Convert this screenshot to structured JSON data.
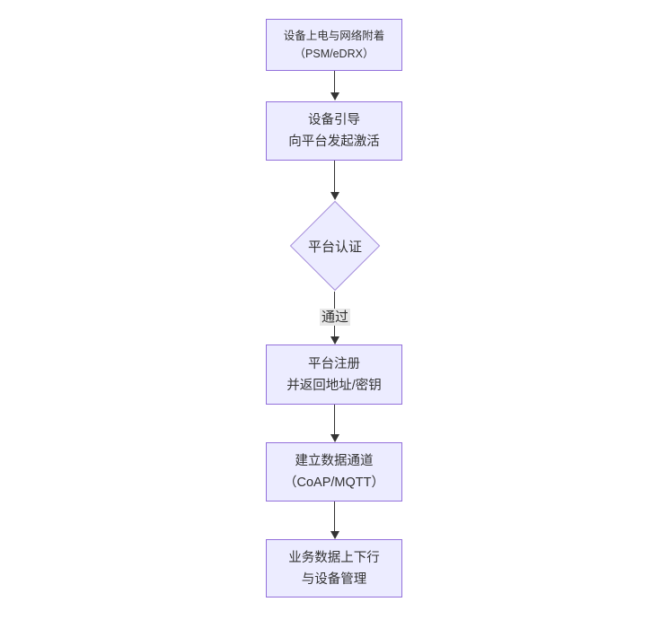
{
  "diagram": {
    "type": "flowchart",
    "direction": "top-down",
    "colors": {
      "background": "#ffffff",
      "node_fill": "#ECECFF",
      "node_border": "#9370DB",
      "edge_line": "#333333",
      "text": "#333333",
      "edge_label_background": "#e8e8e8"
    },
    "nodes": [
      {
        "id": "A",
        "shape": "rect",
        "lines": [
          "设备上电与网络附着",
          "（PSM/eDRX）"
        ]
      },
      {
        "id": "B",
        "shape": "rect",
        "lines": [
          "设备引导",
          "向平台发起激活"
        ]
      },
      {
        "id": "C",
        "shape": "diamond",
        "lines": [
          "平台认证"
        ]
      },
      {
        "id": "D",
        "shape": "rect",
        "lines": [
          "平台注册",
          "并返回地址/密钥"
        ]
      },
      {
        "id": "E",
        "shape": "rect",
        "lines": [
          "建立数据通道",
          "（CoAP/MQTT）"
        ]
      },
      {
        "id": "F",
        "shape": "rect",
        "lines": [
          "业务数据上下行",
          "与设备管理"
        ]
      }
    ],
    "edges": [
      {
        "from": "A",
        "to": "B",
        "label": ""
      },
      {
        "from": "B",
        "to": "C",
        "label": ""
      },
      {
        "from": "C",
        "to": "D",
        "label": "通过"
      },
      {
        "from": "D",
        "to": "E",
        "label": ""
      },
      {
        "from": "E",
        "to": "F",
        "label": ""
      }
    ]
  }
}
